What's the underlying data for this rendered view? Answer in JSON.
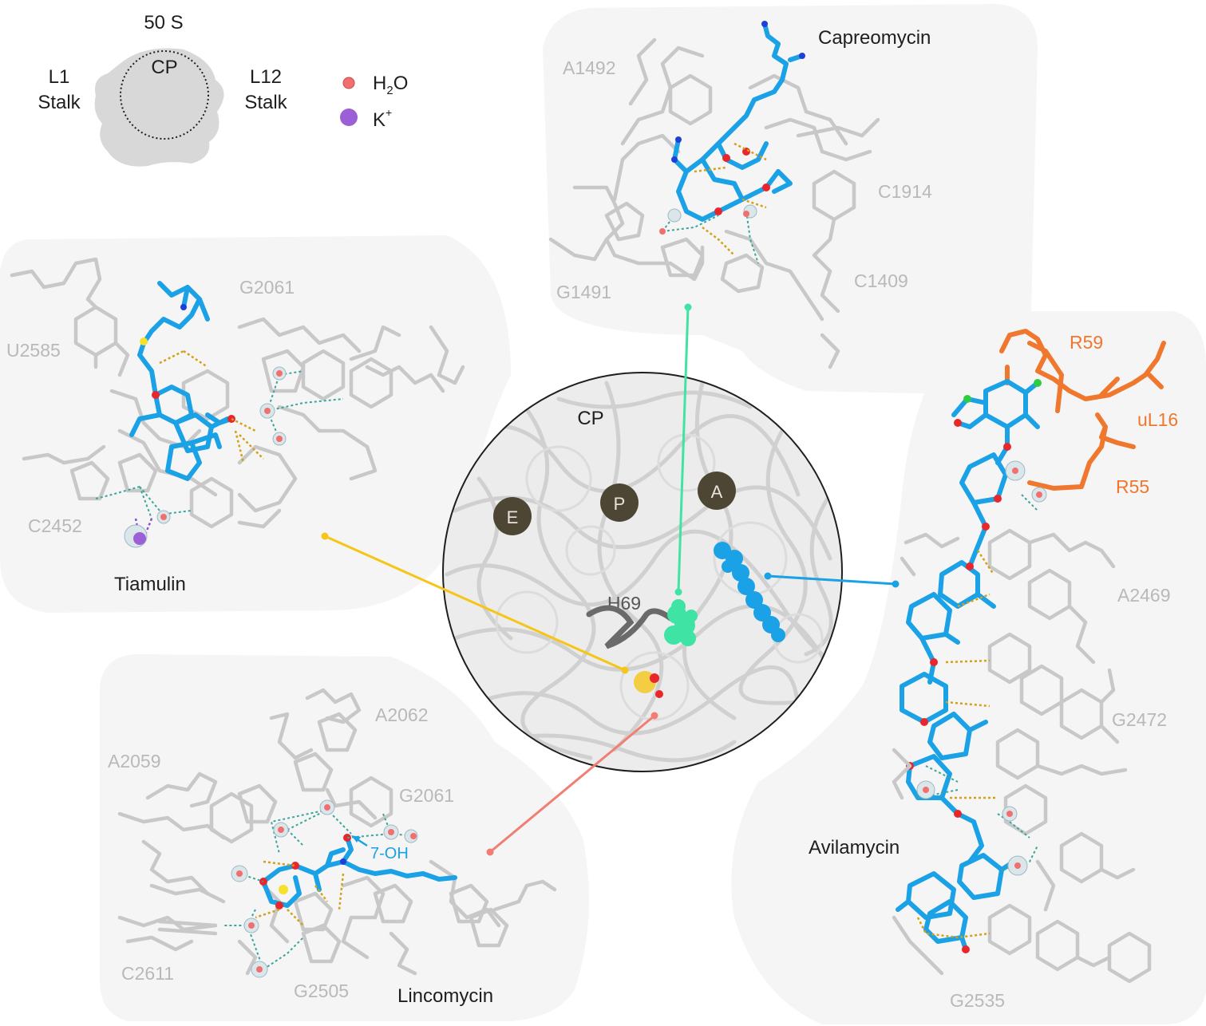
{
  "inset": {
    "title": "50 S",
    "cp_label": "CP",
    "l1_label": [
      "L1",
      "Stalk"
    ],
    "l12_label": [
      "L12",
      "Stalk"
    ]
  },
  "legend": {
    "water": {
      "label": "H2O",
      "color": "#f07070"
    },
    "potassium": {
      "label": "K+",
      "color": "#9b5fd6"
    }
  },
  "center": {
    "cp_label": "CP",
    "sites": [
      "E",
      "P",
      "A"
    ],
    "h69_label": "H69"
  },
  "panels": {
    "capreomycin": {
      "name": "Capreomycin",
      "residues": [
        "A1492",
        "C1914",
        "G1491",
        "C1409"
      ],
      "connector_color": "#3fe3a4"
    },
    "tiamulin": {
      "name": "Tiamulin",
      "residues": [
        "G2061",
        "U2585",
        "C2452"
      ],
      "connector_color": "#f5c518"
    },
    "lincomycin": {
      "name": "Lincomycin",
      "residues": [
        "A2062",
        "A2059",
        "G2061",
        "C2611",
        "G2505"
      ],
      "annotation": "7-OH",
      "connector_color": "#f27d72"
    },
    "avilamycin": {
      "name": "Avilamycin",
      "residues": [
        "A2469",
        "G2472",
        "G2535"
      ],
      "protein_residues": [
        "R59",
        "uL16",
        "R55"
      ],
      "connector_color": "#1aa1e6"
    }
  },
  "colors": {
    "ligand": "#1aa1e6",
    "rna": "#c8c8c8",
    "protein": "#f0772e",
    "panel_bg": "#f5f5f5"
  }
}
